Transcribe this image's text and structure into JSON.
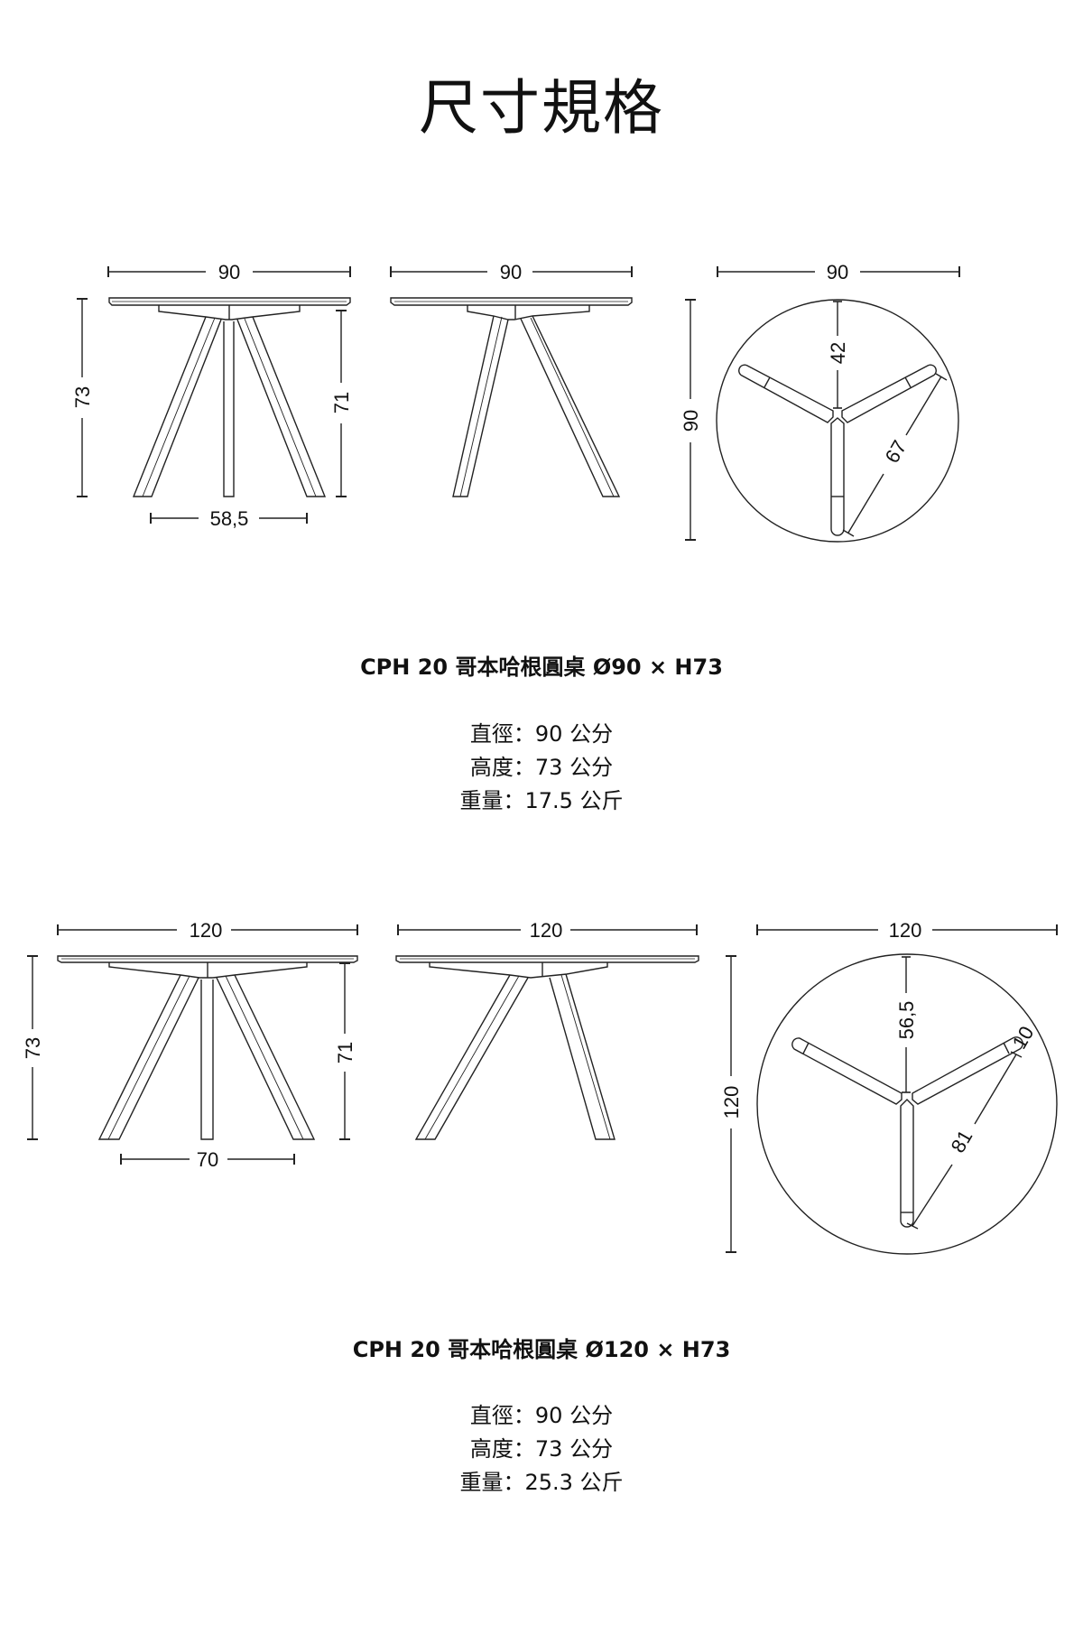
{
  "header": {
    "title": "尺寸規格"
  },
  "tables": [
    {
      "caption": "CPH 20 哥本哈根圓桌 Ø90 × H73",
      "specs": [
        {
          "label": "直徑",
          "value": "90 公分"
        },
        {
          "label": "高度",
          "value": "73 公分"
        },
        {
          "label": "重量",
          "value": "17.5 公斤"
        }
      ],
      "spec_lines": [
        "直徑：90 公分",
        "高度：73 公分",
        "重量：17.5 公斤"
      ],
      "front_view": {
        "width": "90",
        "height": "73",
        "height_under_top": "71",
        "leg_span": "58,5"
      },
      "side_view": {
        "width": "90"
      },
      "top_view": {
        "width": "90",
        "depth": "90",
        "center_to_edge": "42",
        "leg_length": "67"
      }
    },
    {
      "caption": "CPH 20 哥本哈根圓桌 Ø120 × H73",
      "specs": [
        {
          "label": "直徑",
          "value": "90 公分"
        },
        {
          "label": "高度",
          "value": "73 公分"
        },
        {
          "label": "重量",
          "value": "25.3 公斤"
        }
      ],
      "spec_lines": [
        "直徑：90 公分",
        "高度：73 公分",
        "重量：25.3 公斤"
      ],
      "front_view": {
        "width": "120",
        "height": "73",
        "height_under_top": "71",
        "leg_span": "70"
      },
      "side_view": {
        "width": "120"
      },
      "top_view": {
        "width": "120",
        "depth": "120",
        "center_to_edge": "56,5",
        "leg_length": "81",
        "foot_offset": "10"
      }
    }
  ]
}
